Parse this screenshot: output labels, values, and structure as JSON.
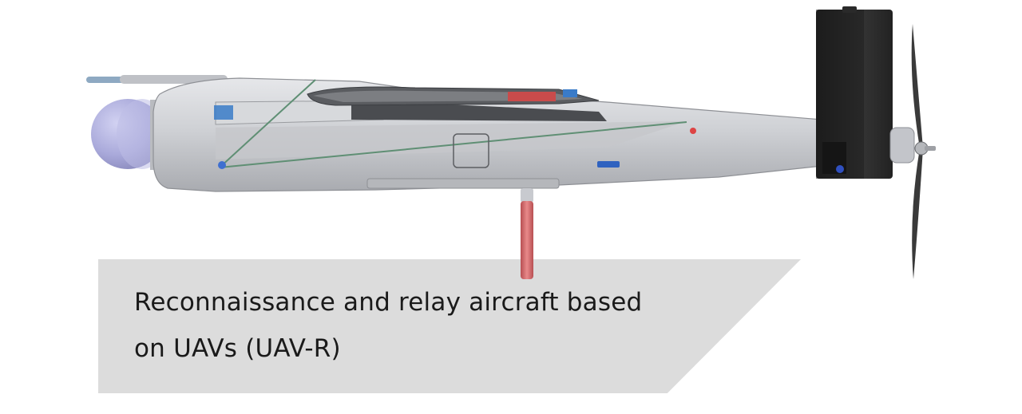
{
  "caption": {
    "line1": "Reconnaissance and relay aircraft based",
    "line2": "on UAVs (UAV-R)"
  },
  "colors": {
    "background": "#ffffff",
    "caption_panel": "#dcdcdc",
    "caption_text": "#1a1a1a",
    "fuselage": "#c9cbcf",
    "sensor_ball": "#a8a8d8",
    "antenna": "#d46a6a",
    "tail_box": "#2a2a2a",
    "propeller": "#3a3a3a"
  },
  "icons": [
    "uav-r-aircraft-illustration",
    "propeller-icon",
    "sensor-gimbal-icon",
    "antenna-mast-icon"
  ]
}
